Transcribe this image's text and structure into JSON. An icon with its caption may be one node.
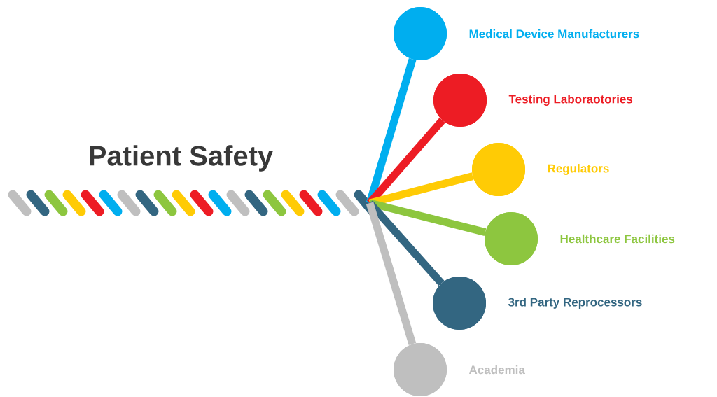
{
  "diagram": {
    "title": "Patient Safety",
    "nodes": [
      {
        "text": [],
        "shape": "picture"
      },
      {
        "text": [
          "Medical Device Manufacturers"
        ]
      },
      {
        "text": [
          "Testing Laboraotories"
        ]
      },
      {
        "text": [
          "Regulators"
        ]
      },
      {
        "text": [
          "Healthcare Facilities"
        ]
      },
      {
        "text": [
          "3rd Party Reprocessors"
        ]
      },
      {
        "text": [
          "Academia"
        ]
      }
    ],
    "edges": [
      {
        "from": 0,
        "to": 1,
        "arrow": "none",
        "color": "#00aeef"
      },
      {
        "from": 0,
        "to": 2,
        "arrow": "none",
        "color": "#ed1c24"
      },
      {
        "from": 0,
        "to": 3,
        "arrow": "none",
        "color": "#ffcb05"
      },
      {
        "from": 0,
        "to": 4,
        "arrow": "none",
        "color": "#8dc63f"
      },
      {
        "from": 0,
        "to": 5,
        "arrow": "none",
        "color": "#336681"
      },
      {
        "from": 0,
        "to": 6,
        "arrow": "none",
        "color": "#bfbfbf"
      }
    ]
  }
}
